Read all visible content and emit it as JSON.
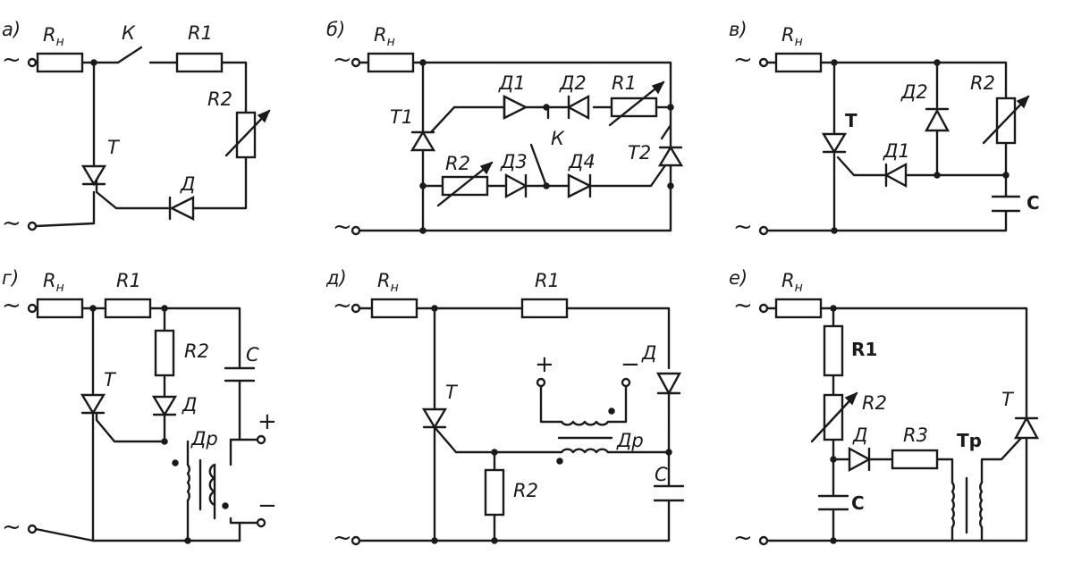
{
  "panels": [
    {
      "id": "a",
      "letter": "а)",
      "load": {
        "base": "R",
        "sub": "н"
      },
      "labels": {
        "switch": "К",
        "r1": "R1",
        "r2": "R2",
        "thyristor": "Т",
        "diode": "Д"
      }
    },
    {
      "id": "b",
      "letter": "б)",
      "load": {
        "base": "R",
        "sub": "н"
      },
      "labels": {
        "t1": "Т1",
        "t2": "Т2",
        "d1": "Д1",
        "d2": "Д2",
        "d3": "Д3",
        "d4": "Д4",
        "r1": "R1",
        "r2": "R2",
        "switch": "К"
      }
    },
    {
      "id": "v",
      "letter": "в)",
      "load": {
        "base": "R",
        "sub": "н"
      },
      "labels": {
        "thyristor": "Т",
        "d1": "Д1",
        "d2": "Д2",
        "r2": "R2",
        "cap": "С"
      }
    },
    {
      "id": "g",
      "letter": "г)",
      "load": {
        "base": "R",
        "sub": "н"
      },
      "labels": {
        "r1": "R1",
        "r2": "R2",
        "cap": "С",
        "thyristor": "Т",
        "diode": "Д",
        "choke": "Др",
        "plus": "+",
        "minus": "−"
      }
    },
    {
      "id": "d",
      "letter": "д)",
      "load": {
        "base": "R",
        "sub": "н"
      },
      "labels": {
        "r1": "R1",
        "r2": "R2",
        "thyristor": "Т",
        "diode": "Д",
        "choke": "Др",
        "cap": "С",
        "plus": "+",
        "minus": "−"
      }
    },
    {
      "id": "e",
      "letter": "е)",
      "load": {
        "base": "R",
        "sub": "н"
      },
      "labels": {
        "r1": "R1",
        "r2": "R2",
        "r3": "R3",
        "diode": "Д",
        "cap": "С",
        "transformer": "Тр",
        "thyristor": "Т"
      }
    }
  ],
  "ac_symbol": "~"
}
